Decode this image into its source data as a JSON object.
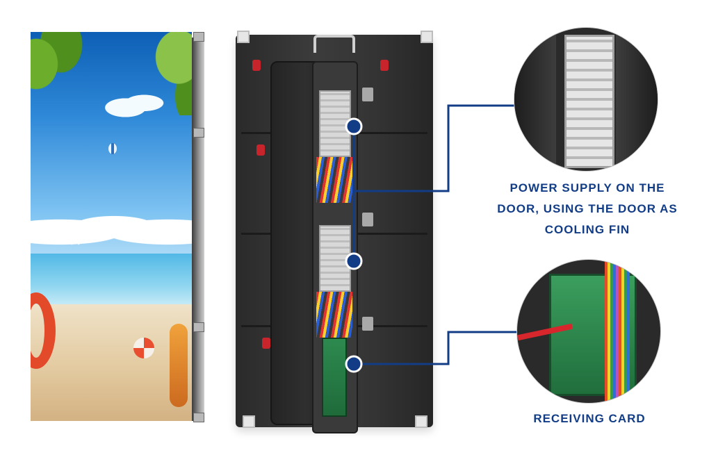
{
  "captions": {
    "power_supply_line1": "POWER SUPPLY ON THE",
    "power_supply_line2": "DOOR, USING THE DOOR AS",
    "power_supply_line3": "COOLING FIN",
    "receiving_card": "RECEIVING CARD"
  },
  "colors": {
    "callout_blue": "#123d86",
    "caption_blue": "#123d86",
    "latch_red": "#c8242b"
  },
  "icons": {
    "gull": "seagull-icon"
  }
}
